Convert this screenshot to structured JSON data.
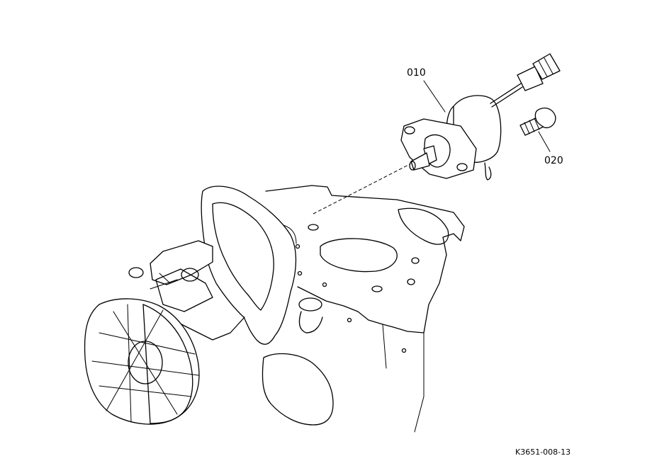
{
  "labels": {
    "part_010": "010",
    "part_020": "020"
  },
  "reference_code": "K3651-008-13"
}
